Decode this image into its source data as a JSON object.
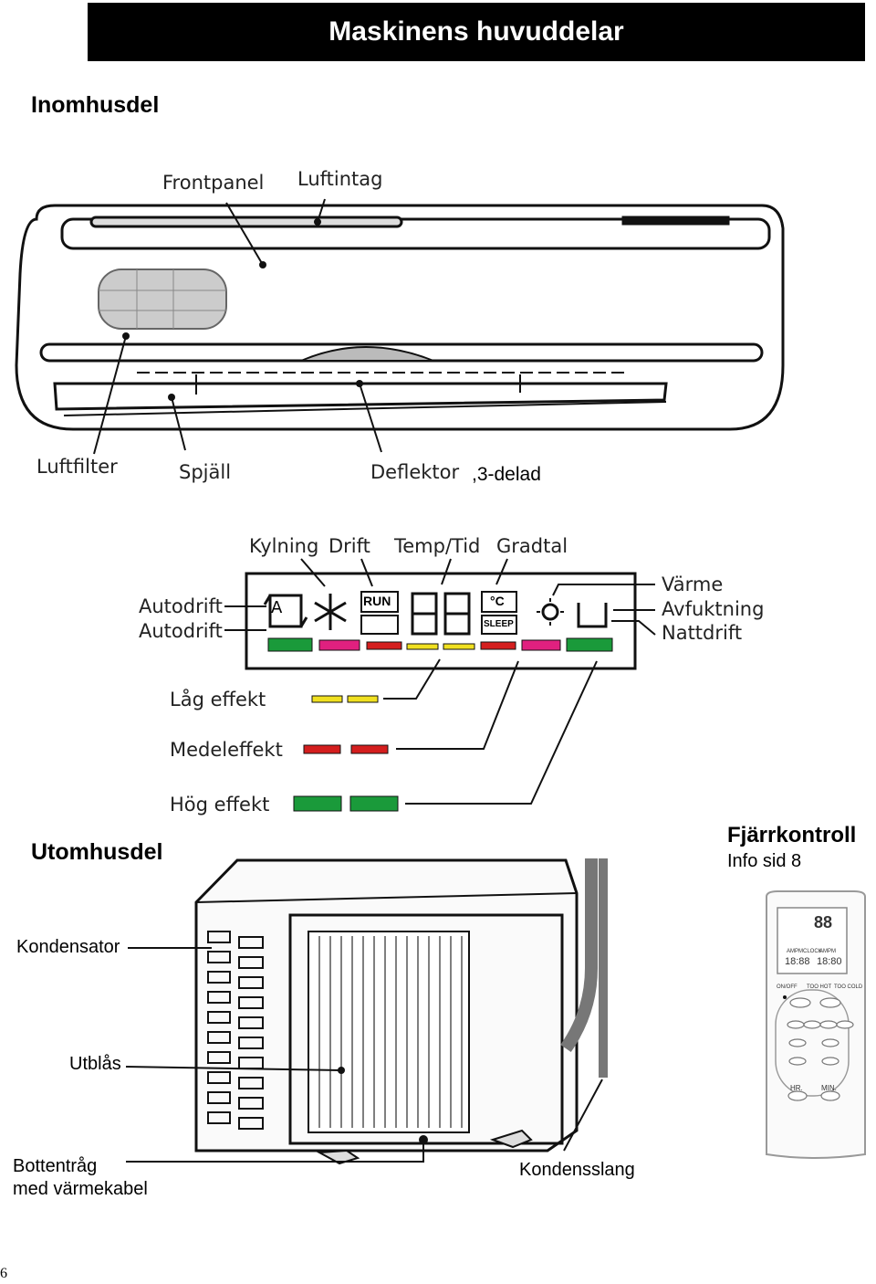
{
  "header": {
    "title": "Maskinens huvuddelar"
  },
  "indoor": {
    "heading": "Inomhusdel",
    "labels": {
      "front_panel": "Frontpanel",
      "air_intake": "Luftintag",
      "air_filter": "Luftfilter",
      "damper": "Spjäll",
      "deflector": "Deflektor",
      "deflector_note": ",3-delad"
    }
  },
  "display_panel": {
    "labels": {
      "cooling": "Kylning",
      "operation": "Drift",
      "temp_time": "Temp/Tid",
      "degrees": "Gradtal",
      "auto1": "Autodrift",
      "auto2": "Autodrift",
      "heat": "Värme",
      "dehumidify": "Avfuktning",
      "night": "Nattdrift",
      "low": "Låg effekt",
      "medium": "Medeleffekt",
      "high": "Hög effekt"
    },
    "indicators": {
      "run": "RUN",
      "celsius": "°C",
      "sleep": "SLEEP",
      "auto_letter": "A"
    },
    "colors": {
      "green": "#1a9a3a",
      "magenta": "#e0207f",
      "red": "#d41e1e",
      "yellow": "#f0e020"
    }
  },
  "outdoor": {
    "heading": "Utomhusdel",
    "labels": {
      "condenser": "Kondensator",
      "exhaust": "Utblås",
      "drip_tray_1": "Bottentråg",
      "drip_tray_2": "med värmekabel",
      "drain_hose": "Kondensslang"
    }
  },
  "remote": {
    "heading": "Fjärrkontroll",
    "info": "Info sid 8",
    "display": {
      "digits": "88",
      "am_pm_1": "AMPM",
      "clock": "CLOCK",
      "am_pm_2": "AMPM",
      "time_1": "18:88",
      "time_2": "18:80"
    },
    "buttons": {
      "on_off": "ON/OFF",
      "too_hot": "TOO HOT",
      "too_cold": "TOO COLD",
      "hr": "HR.",
      "min": "MIN."
    }
  },
  "footer": {
    "page_number": "6"
  }
}
